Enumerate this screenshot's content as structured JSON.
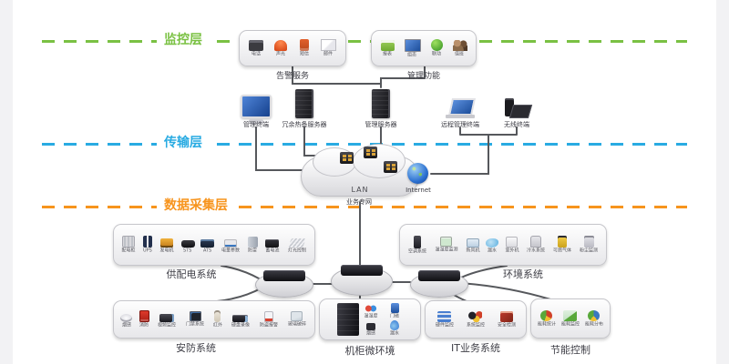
{
  "layers": {
    "monitor": {
      "label": "监控层",
      "color": "#7ac143"
    },
    "transport": {
      "label": "传输层",
      "color": "#29abe2"
    },
    "collect": {
      "label": "数据采集层",
      "color": "#f7941d"
    }
  },
  "monitor": {
    "alarm": {
      "title": "告警服务",
      "items": [
        "电话",
        "声光",
        "短信",
        "邮件"
      ]
    },
    "mgmt": {
      "title": "管理功能",
      "items": [
        "报表",
        "组态",
        "联动",
        "值班"
      ]
    }
  },
  "devices": {
    "terminal": "管理终端",
    "hot_standby": "冗余热备服务器",
    "server": "管理服务器",
    "remote": "远程管理终端",
    "wireless": "无线终端"
  },
  "network": {
    "lan": "LAN",
    "lan_label": "业务专网",
    "internet": "Internet"
  },
  "collect": {
    "power": {
      "title": "供配电系统",
      "items": [
        "配电柜",
        "UPS",
        "发电机",
        "STS",
        "ATS",
        "电量参数",
        "防雷",
        "蓄电池",
        "灯光控制"
      ]
    },
    "env": {
      "title": "环境系统",
      "items": [
        "空调系统",
        "温湿度监测",
        "新风机",
        "漏水",
        "室外机",
        "冷水系统",
        "可燃气体",
        "粉尘监测"
      ]
    },
    "security": {
      "title": "安防系统",
      "items": [
        "烟感",
        "消防",
        "视频监控",
        "门禁系统",
        "红外",
        "硬盘录像",
        "防盗报警",
        "玻璃破碎"
      ]
    },
    "cabinet": {
      "title": "机柜微环境",
      "items": [
        "温湿度",
        "门磁",
        "烟感",
        "漏水"
      ]
    },
    "it": {
      "title": "IT业务系统",
      "items": [
        "硬件监控",
        "系统监控",
        "安全检测"
      ]
    },
    "energy": {
      "title": "节能控制",
      "items": [
        "能耗统计",
        "能耗监控",
        "能耗分布"
      ]
    }
  }
}
